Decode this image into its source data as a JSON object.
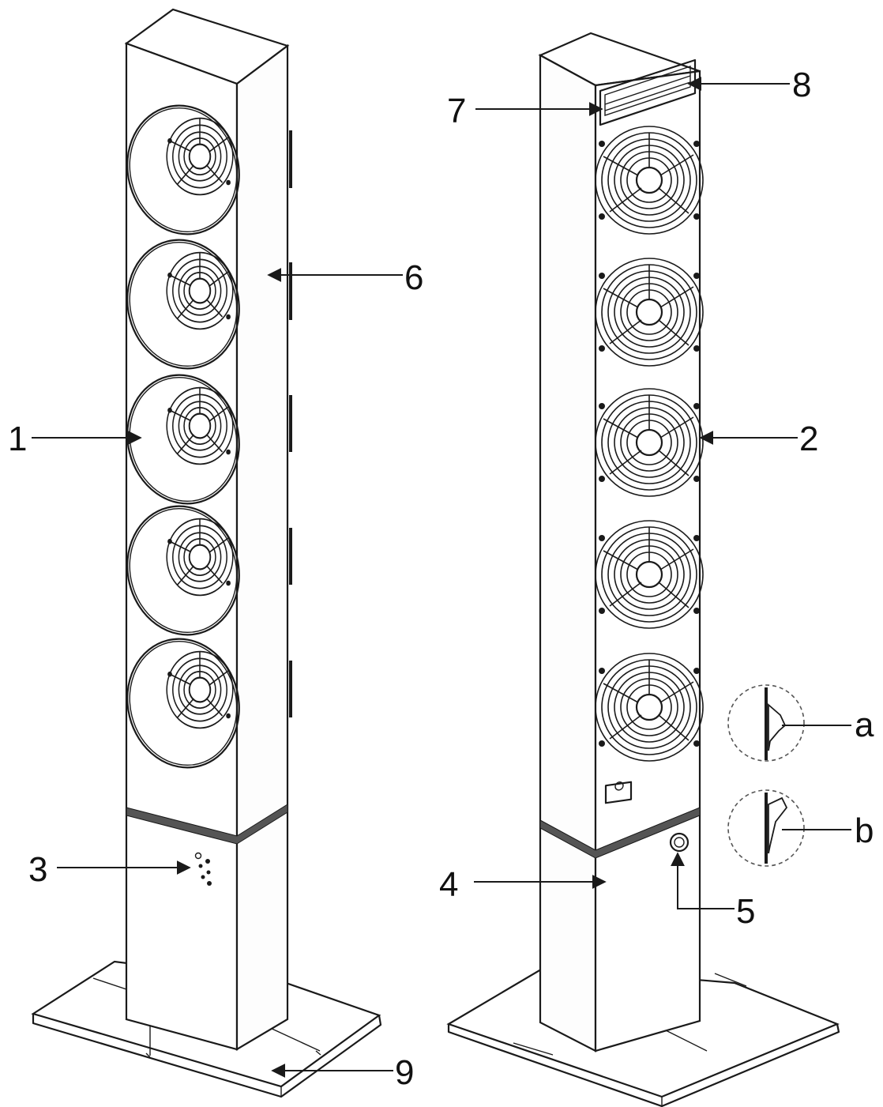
{
  "labels": {
    "l1": "1",
    "l2": "2",
    "l3": "3",
    "l4": "4",
    "l5": "5",
    "l6": "6",
    "l7": "7",
    "l8": "8",
    "l9": "9",
    "la": "a",
    "lb": "b"
  }
}
